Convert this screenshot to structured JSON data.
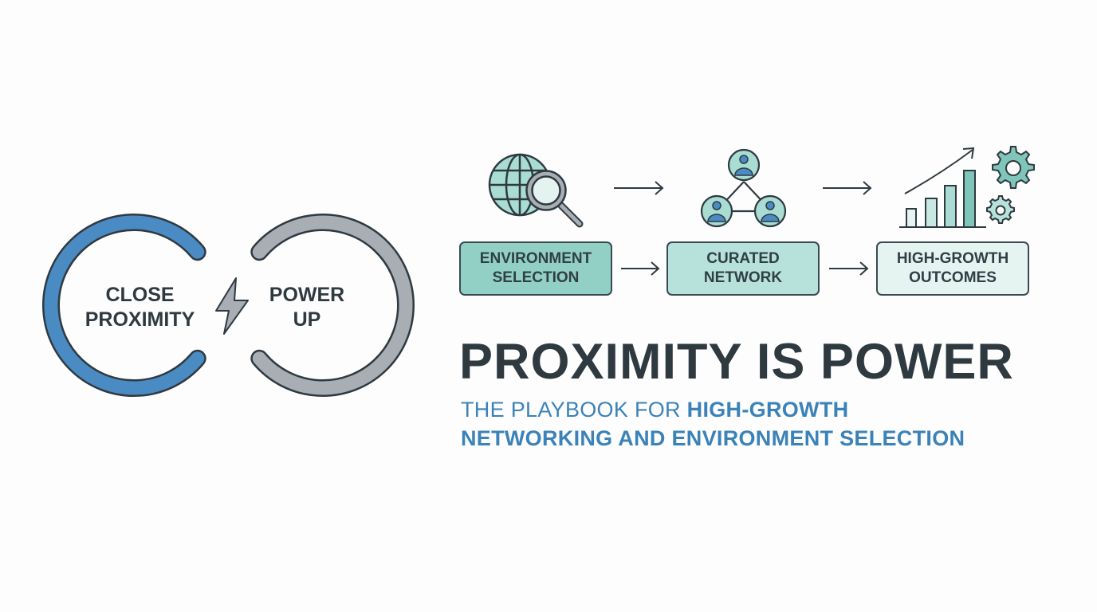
{
  "loop": {
    "left_label": [
      "CLOSE",
      "PROXIMITY"
    ],
    "right_label": [
      "POWER",
      "UP"
    ],
    "left_color": "#4a8bc4",
    "right_color": "#a8aeb4",
    "center_icon": "lightning-bolt-icon"
  },
  "flow": {
    "steps": [
      {
        "label": [
          "ENVIRONMENT",
          "SELECTION"
        ],
        "icon": "globe-search-icon",
        "fill": "#92d0c6"
      },
      {
        "label": [
          "CURATED",
          "NETWORK"
        ],
        "icon": "network-people-icon",
        "fill": "#b7e1db"
      },
      {
        "label": [
          "HIGH-GROWTH",
          "OUTCOMES"
        ],
        "icon": "growth-chart-gears-icon",
        "fill": "#e5f4f1"
      }
    ]
  },
  "title": "PROXIMITY IS POWER",
  "subtitle": {
    "line1_plain": "THE PLAYBOOK FOR ",
    "line1_bold": "HIGH-GROWTH",
    "line2_bold": "NETWORKING AND ENVIRONMENT SELECTION"
  }
}
